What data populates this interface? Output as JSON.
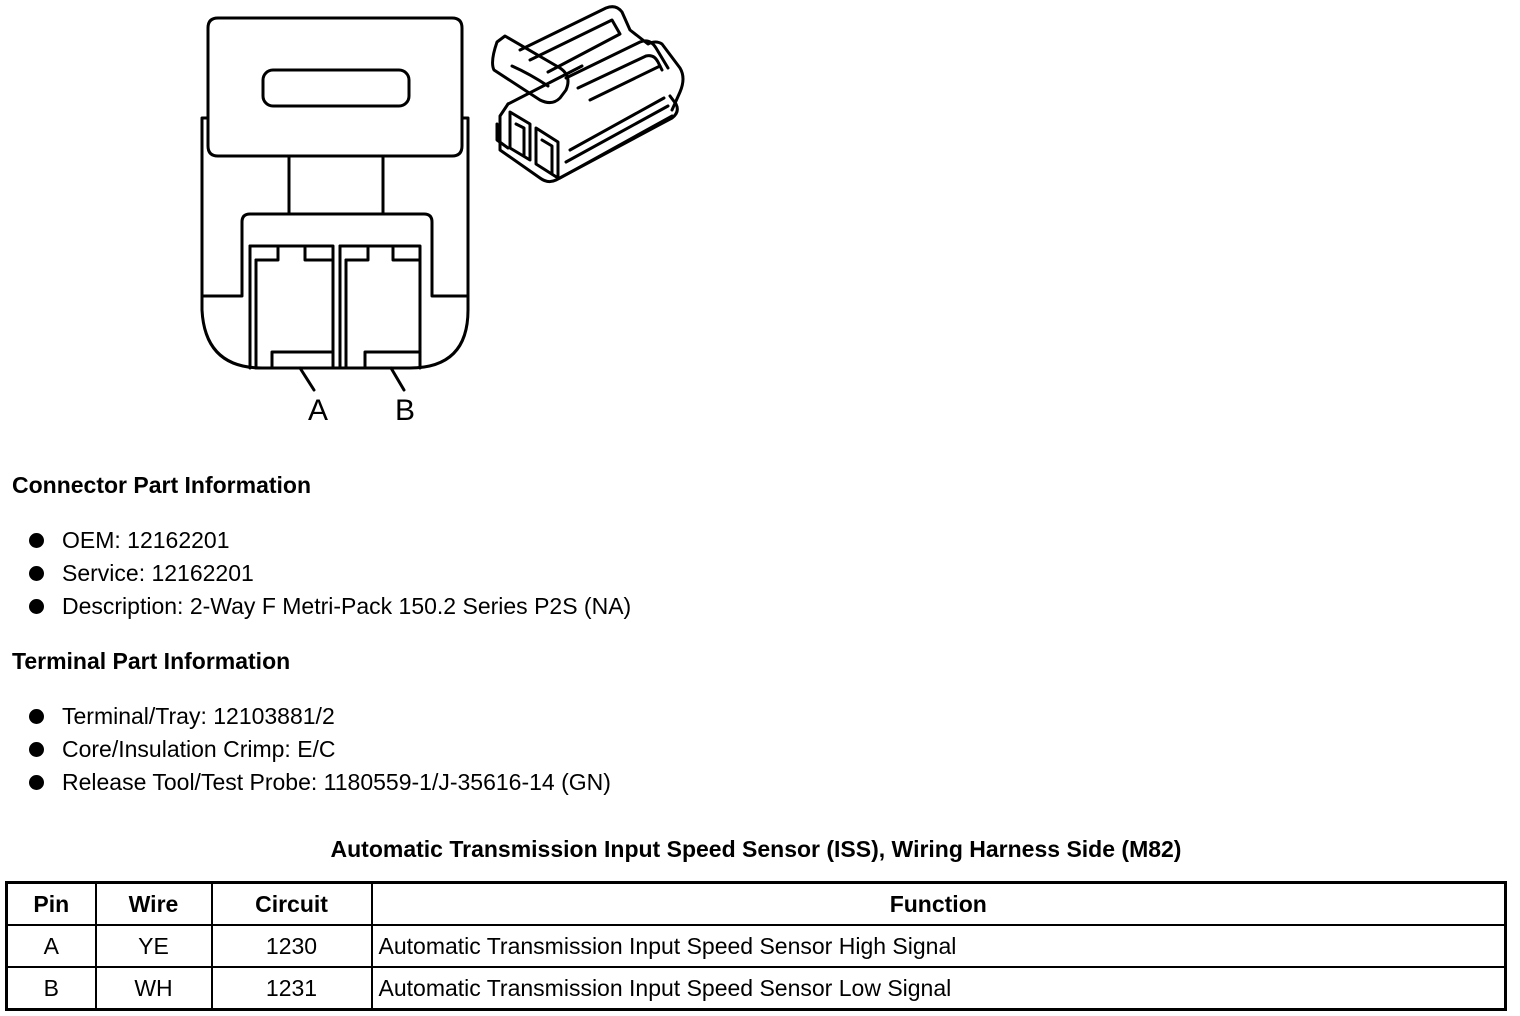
{
  "diagram": {
    "pin_labels": [
      "A",
      "B"
    ]
  },
  "connector_section": {
    "heading": "Connector Part Information",
    "items": [
      "OEM: 12162201",
      "Service: 12162201",
      "Description: 2-Way F Metri-Pack 150.2 Series P2S (NA)"
    ]
  },
  "terminal_section": {
    "heading": "Terminal Part Information",
    "items": [
      "Terminal/Tray: 12103881/2",
      "Core/Insulation Crimp: E/C",
      "Release Tool/Test Probe: 1180559-1/J-35616-14 (GN)"
    ]
  },
  "table": {
    "title": "Automatic Transmission Input Speed Sensor (ISS), Wiring Harness Side (M82)",
    "headers": [
      "Pin",
      "Wire",
      "Circuit",
      "Function"
    ],
    "rows": [
      [
        "A",
        "YE",
        "1230",
        "Automatic Transmission Input Speed Sensor High Signal"
      ],
      [
        "B",
        "WH",
        "1231",
        "Automatic Transmission Input Speed Sensor Low Signal"
      ]
    ]
  }
}
